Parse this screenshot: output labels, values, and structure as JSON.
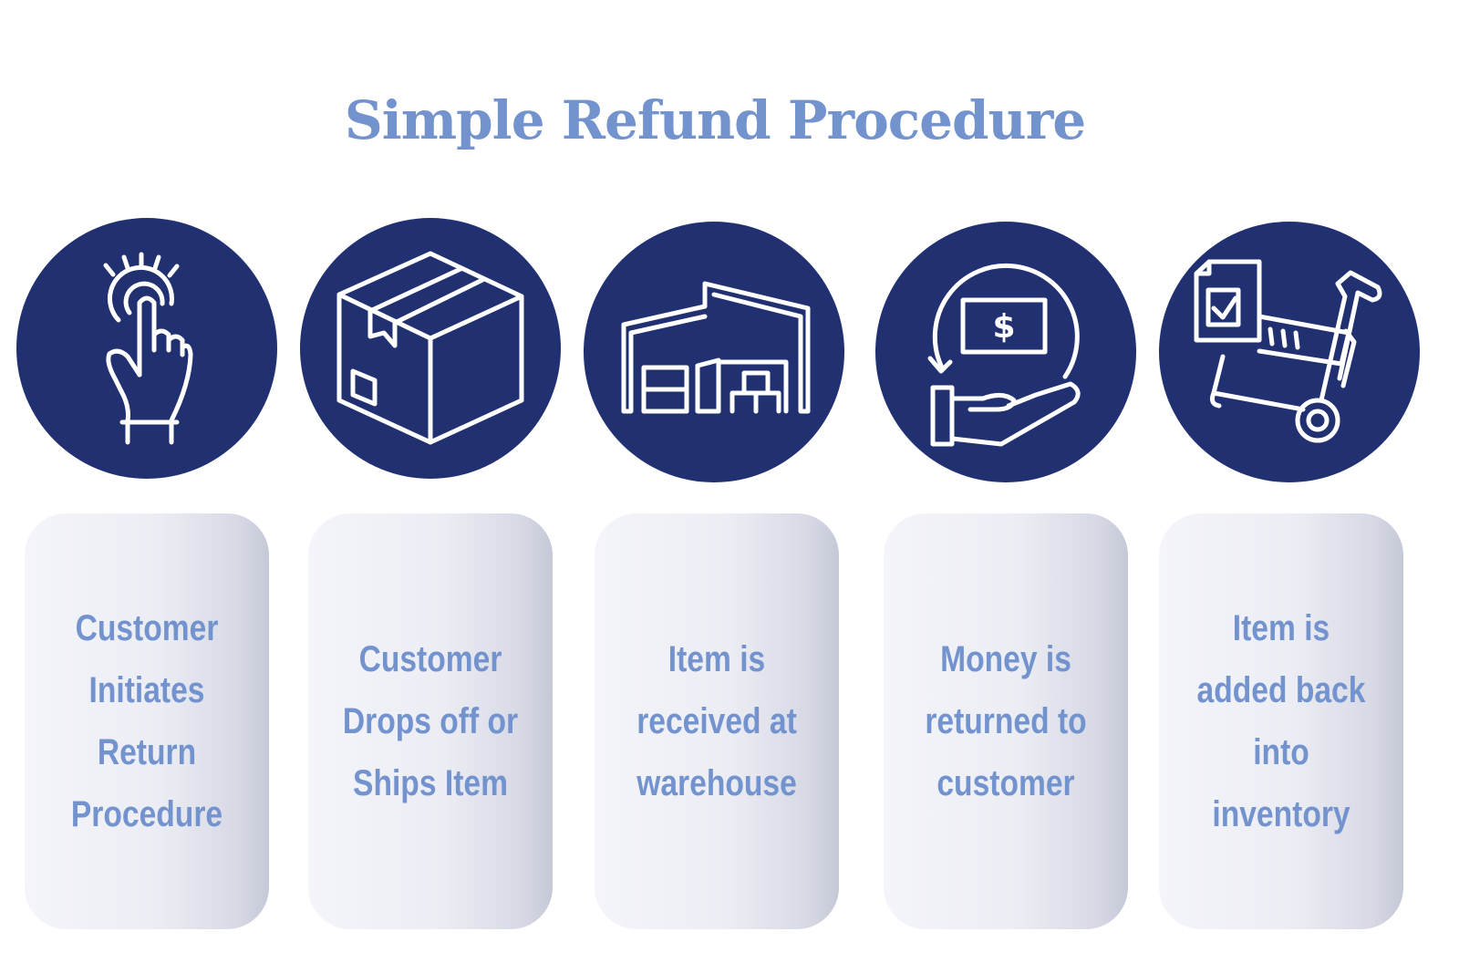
{
  "title": "Simple Refund Procedure",
  "steps": [
    {
      "icon": "tap-hand-icon",
      "text": "Customer Initiates Return Procedure"
    },
    {
      "icon": "package-box-icon",
      "text": "Customer Drops off or Ships Item"
    },
    {
      "icon": "warehouse-icon",
      "text": "Item is received at warehouse"
    },
    {
      "icon": "money-return-hand-icon",
      "text": "Money is returned to customer"
    },
    {
      "icon": "inventory-cart-icon",
      "text": "Item is added back into inventory"
    }
  ],
  "colors": {
    "circle": "#213070",
    "text": "#7393cf",
    "icon_stroke": "#ffffff"
  }
}
